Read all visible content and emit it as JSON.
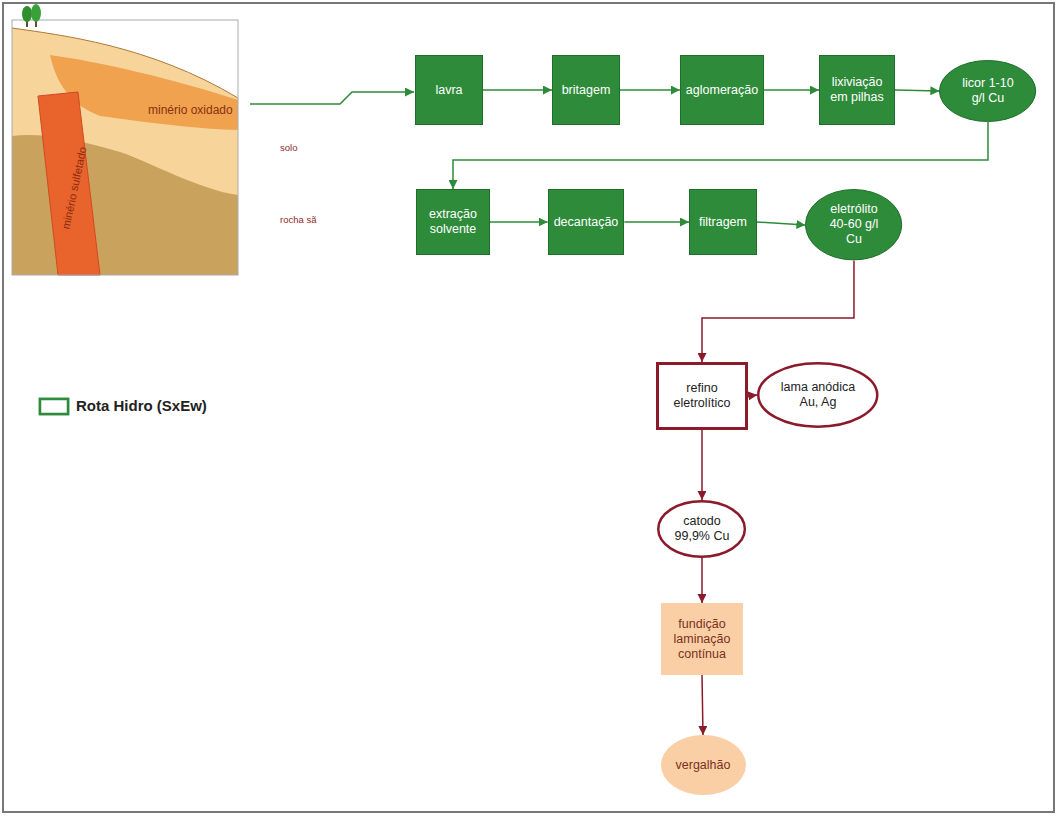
{
  "diagram": {
    "nodes": [
      {
        "text": [
          "lavra"
        ]
      },
      {
        "text": [
          "britagem"
        ]
      },
      {
        "text": [
          "aglomeração"
        ]
      },
      {
        "text": [
          "lixiviação em pilhas"
        ]
      },
      {
        "text": [
          "licor 1-10 g/l Cu"
        ]
      },
      {
        "text": [
          "extração solvente"
        ]
      },
      {
        "text": [
          "decantação"
        ]
      },
      {
        "text": [
          "filtragem"
        ]
      },
      {
        "text": [
          "eletrólito 40-60 g/l Cu"
        ]
      },
      {
        "text": [
          "refino eletrolítico"
        ]
      },
      {
        "text": [
          "lama anódica Au, Ag"
        ]
      },
      {
        "text": [
          "catodo 99,9% Cu"
        ]
      },
      {
        "text": [
          "fundição laminação contínua"
        ]
      },
      {
        "text": [
          "vergalhão"
        ]
      }
    ],
    "edges": [
      {
        "from": 0,
        "to": 1,
        "arrow": "to"
      },
      {
        "from": 1,
        "to": 2,
        "arrow": "to"
      },
      {
        "from": 2,
        "to": 3,
        "arrow": "to"
      },
      {
        "from": 3,
        "to": 4,
        "arrow": "to"
      },
      {
        "from": 4,
        "to": 5,
        "arrow": "to"
      },
      {
        "from": 5,
        "to": 6,
        "arrow": "to"
      },
      {
        "from": 6,
        "to": 7,
        "arrow": "to"
      },
      {
        "from": 7,
        "to": 8,
        "arrow": "to"
      },
      {
        "from": 8,
        "to": 9,
        "arrow": "to"
      },
      {
        "from": 9,
        "to": 10,
        "arrow": "to"
      },
      {
        "from": 9,
        "to": 11,
        "arrow": "to"
      },
      {
        "from": 11,
        "to": 12,
        "arrow": "to"
      },
      {
        "from": 12,
        "to": 13,
        "arrow": "to"
      }
    ],
    "labels": [
      "minério oxidado",
      "minério sulfetado",
      "solo",
      "rocha sã"
    ],
    "legend": [
      {
        "text": "Rota Hidro (SxEw)"
      }
    ]
  }
}
